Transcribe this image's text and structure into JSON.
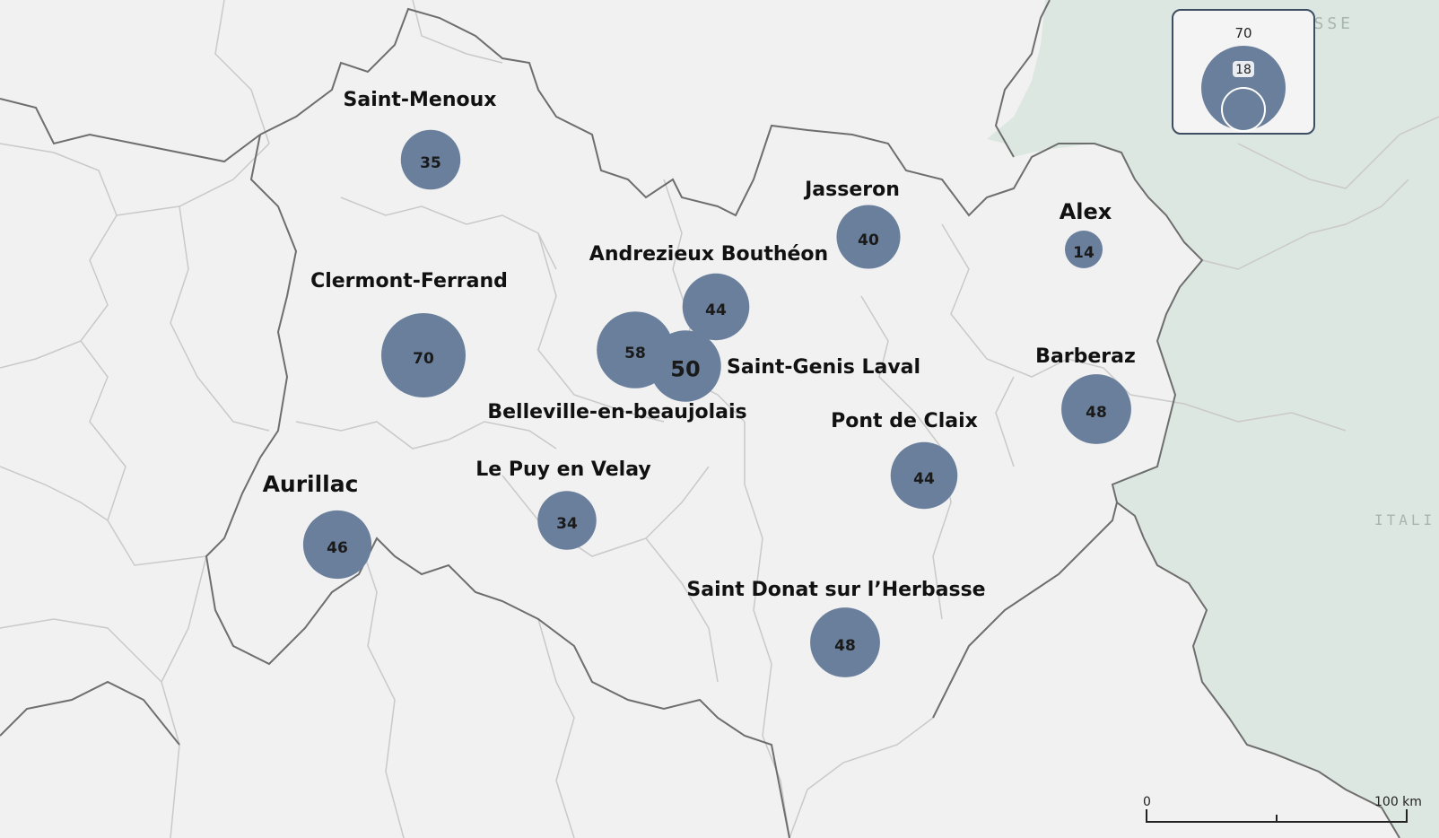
{
  "map": {
    "country_labels": {
      "switzerland": "SUISSE",
      "italy": "ITALI"
    },
    "colors": {
      "land": "#f1f1f1",
      "neighbor_land": "#dde7e2",
      "region_border": "#6e6e6e",
      "dept_border": "#c9c9c9",
      "bubble_fill": "#6a7f9c",
      "bubble_stroke": "#ffffff"
    },
    "sites": [
      {
        "name": "Saint-Menoux",
        "value": 35
      },
      {
        "name": "Clermont-Ferrand",
        "value": 70
      },
      {
        "name": "Andrezieux Bouthéon",
        "value": 44
      },
      {
        "name": "Belleville-en-beaujolais",
        "value": 58
      },
      {
        "name": "Saint-Genis Laval",
        "value": 50
      },
      {
        "name": "Jasseron",
        "value": 40
      },
      {
        "name": "Alex",
        "value": 14
      },
      {
        "name": "Barberaz",
        "value": 48
      },
      {
        "name": "Pont de Claix",
        "value": 44
      },
      {
        "name": "Le Puy en Velay",
        "value": 34
      },
      {
        "name": "Aurillac",
        "value": 46
      },
      {
        "name": "Saint Donat sur l’Herbasse",
        "value": 48
      }
    ],
    "legend": {
      "max_value": 70,
      "min_value": 18
    },
    "scale_bar": {
      "start_label": "0",
      "end_label": "100 km"
    }
  }
}
